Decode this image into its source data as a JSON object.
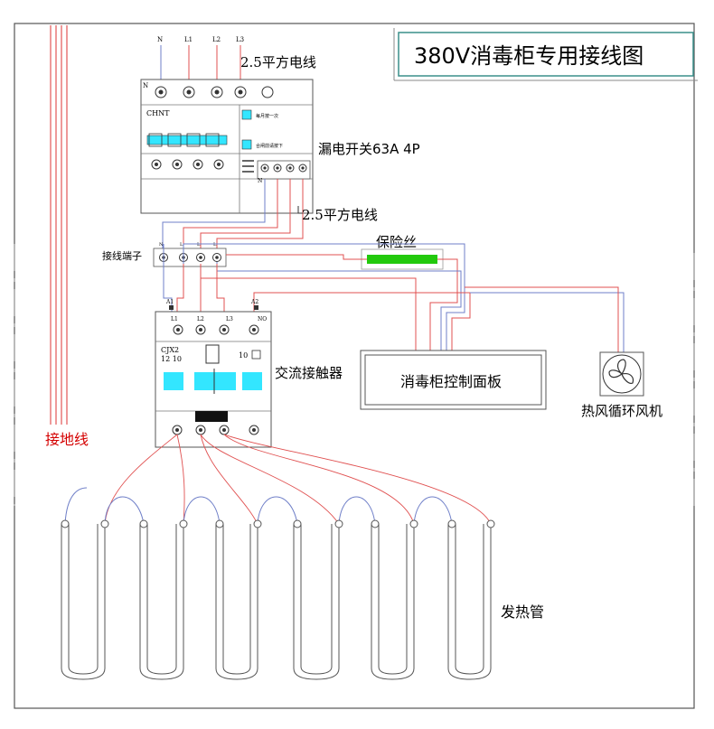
{
  "title": "380V消毒柜专用接线图",
  "breaker": {
    "top_labels": [
      "N",
      "L1",
      "L2",
      "L3"
    ],
    "left_n": "N",
    "brand": "CHNT",
    "note_1": "每月按一次",
    "note_2": "合闸前请按下",
    "bottom_n": "N",
    "label": "漏电开关63A 4P"
  },
  "wire_top": "2.5平方电线",
  "wire_mid": "2.5平方电线",
  "terminal": {
    "label": "接线端子",
    "pins": [
      "N",
      "L",
      "L",
      "L"
    ]
  },
  "fuse": "保险丝",
  "contactor": {
    "a1": "A1",
    "a2": "A2",
    "top_pins": [
      "L1",
      "L2",
      "L3",
      "NO"
    ],
    "model": "CJX2",
    "model_sub": "12 10",
    "aux": "10",
    "label": "交流接触器"
  },
  "panel": "消毒柜控制面板",
  "fan": "热风循环风机",
  "ground": "接地线",
  "heater": "发热管",
  "colors": {
    "ground": "#d40000",
    "fuse": "#22c90c",
    "contact": "#33e6ff",
    "wire_red": "#e05050",
    "wire_blue": "#6f7fc8",
    "frame_teal": "#3a8f8a"
  }
}
